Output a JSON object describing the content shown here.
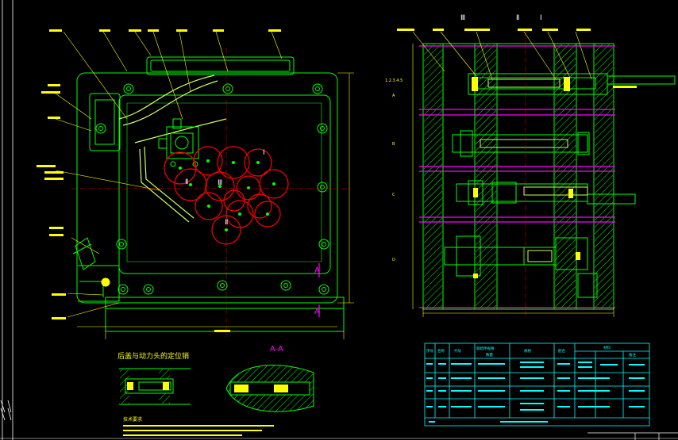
{
  "drawing": {
    "colors": {
      "background": "#000000",
      "outline": "#00ff00",
      "hatch": "#00ff00",
      "gear": "#ff0000",
      "centerline": "#ff0000",
      "dimension": "#ffff00",
      "leader_text": "#ffff00",
      "table": "#00ffff",
      "section_label": "#ff00ff",
      "shaft_band": "#ff00ff",
      "part_fill": "#00ffff",
      "frame": "#ffffff"
    },
    "front_view": {
      "section_mark_upper": "A",
      "section_mark_lower": "A",
      "gear_ids": [
        "Ⅰ",
        "Ⅱ",
        "Ⅲ",
        "Ⅱ"
      ]
    },
    "side_view": {
      "roman_labels": [
        "Ⅲ",
        "Ⅱ",
        "Ⅰ"
      ],
      "shaft_row_ids": [
        "1.2.3.4.5",
        "A",
        "B",
        "C",
        "D"
      ]
    },
    "lower_left": {
      "positioning_title": "后盖与动力头的定位销",
      "section_title": "A-A",
      "notes_title": "技术要求"
    },
    "table": {
      "title": "联结件规格",
      "header": [
        "序号",
        "名称",
        "代号",
        "数量",
        "规格",
        "配合",
        "材料",
        "备注"
      ]
    }
  }
}
